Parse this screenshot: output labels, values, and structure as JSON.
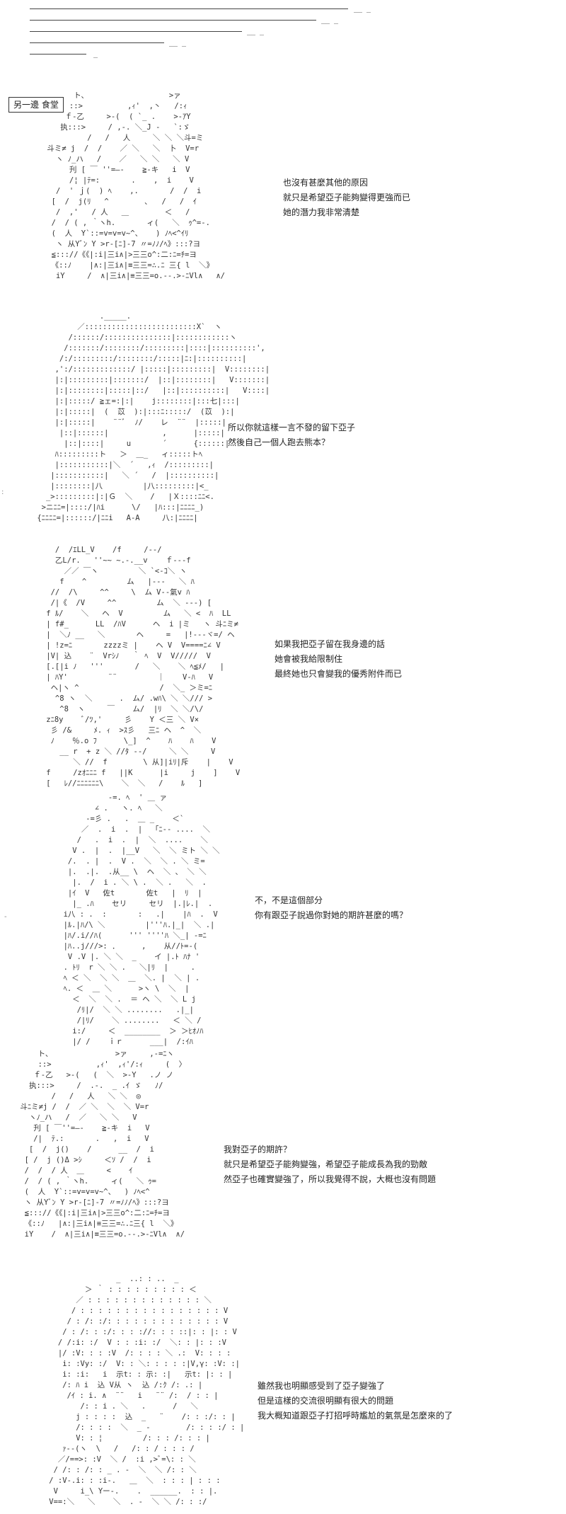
{
  "header_lines": [
    "__ _",
    "__ _",
    "__ _",
    "__ _",
    "_"
  ],
  "location_label": "另一邊 食堂",
  "panels": [
    {
      "lines": [
        "也沒有甚麼其他的原因",
        "就只是希望亞子能夠變得更強而已",
        "她的潛力我非常清楚"
      ],
      "art": "       ト、                  >ァ\n      ::>          ,ｨ'  ,丶   /:ｨ\n     ｆ-乙     >-(  ( `_ .    >-ｱY\n    执:::>     / ,-. ＼_J -   `:ゞ\n          /   /   人     ＼ ＼ ＼斗=ミ\n 斗ミ≠ j  /  /    ／ ＼   ＼  卜  V=r\n   ヽ ﾉ_ハ   /    ／   ＼ ＼   ＼ V\n      刋 [ ￣ ''=―-    ≧-キ   i  V\n      /¦ |ﾃ=:       .    ,  i    V\n   /  ' ｊ(  ) ﾍ    ,.       /  /  i\n  [  /  j(ﾘ   ^        ､   /   /  ｲ\n   /  ,'   / 人   ＿        ＜   /  \n  /  / ( , ｀ヽh.       ィ(   ＼  ｩ^=-.\n  (  人  Y`::=v=v=v~^、   ) ﾉﾍ<^ｲﾘ\n   ヽ 从Yﾞﾝ Y >r-[ﾆ]-7 〃=ﾉﾉ/ﾍ》:::?ヨ\n  ≦::://《《|:i|三i∧|>三三o^:二:ﾆ=ﾁ=ヨ\n  《::ﾉ    |∧:|三i∧|≡三三=∴.ﾆ 三{ l  ＼》\n   iY     /  ∧|三i∧|≡三三=o.--.>-ﾆVl∧   ∧/"
    },
    {
      "lines": [
        "所以你就這樣一言不發的留下亞子",
        "然後自己一個人跑去熊本？"
      ],
      "art": "               ._____.\n          ／:::::::::::::::::::::::::X`  ヽ\n        /::::::/:::::::::::::::|::::::::::::ヽ\n       /:::::::/::::::::/:::::::::|::::|::::::::::',\n      /:/:::::::::/::::::::/:::::|ﾆ:|::::::::::|\n     ,':/:::::::::::::/ |:::::|:::::::::|  V::::::::|\n     |:|:::::::::|:::::::/  |::|::::::::|   V:::::::|\n     |:|::::::::|:::::|::/   |::|::::::::::|   V::::|\n     |:|:::::/ ≧ェ=:|:|    j::::::::|:::七|:::|\n     |:|:::::|  (  苡  ):|:::ﾆ:::::/  (苡  ):|\n     |:|:::::|    ¨¨ﾞ  ﾉ/    レ  ¨¨  |:::::|\n      |::|::::::|            ,      |:::::|\n       |::|::::|     u       ´      {::::::|\n     ﾊ:::::::::ト   ＞  ＿_   ィ:::::トﾍ\n     |:::::::::::|＼  ´   ,ｨ  /:::::::::|\n    |:::::::::::|   ＼ ´   /  |::::::::::|\n    |::::::::|八         |八:::::::::|<_\n   _>:::::::::|:|Ｇ  ＼    /   |Ｘ::::ﾆﾆ<.\n  >ニﾆﾆ=|::::/|ﾊi      \\/   |ﾊ:::|ﾆﾆﾆﾆ_)\n {ﾆﾆﾆﾆ=|::::::/|ﾆﾆi   A-A     八:|ﾆﾆﾆﾆ|"
    },
    {
      "lines": [
        "如果我把亞子留在我身邊的話",
        "她會被我給限制住",
        "最終她也只會變我的優秀附件而已"
      ],
      "art": "      /  /ｴLL_V    /f     /--/\n      乙L/r.   ''~~ ~.-.__v    ｆ---f\n        ／／ ￣ヽ         ＼ `<-ｺ＼ ヽ\n       f    ^         ム   |---   ＼ ﾊ\n     //  /\\     ^^     \\  ム V--氣v ﾊ\n     /|《  /V     ^^         ム  ＼ ---) [\n    f ﾙ/    ＼   ヘ  V         ム   ＼ <  ﾊ  LL\n    | f#_      LL  /ﾊV      ヘ  i |ミ   ヽ 斗ﾆミ≠\n    |  ＼ﾉ __   ＼       ヘ     =   |!---ヾ=/ ヘ\n    | !z=ﾆ       zzzzミ |    ヘ V  V====ﾆ∠ V\n    |V| 込    ¨  Vrｼﾉ   ｀ ﾍ  V  V/////  V\n    [.[|i ﾉ   '''       /   ＼    ＼ ﾍ≦ﾒ/   |\n    | ﾊY'         ¨¨         ｜    V-ﾊ   V\n     ヘ|ヽ ^                  /  ＼_ ＞ミ=ﾆ\n      ^8 ヽ  ＼      .  ム/ .wﾊ\\ ＼ ＼/// >\n       ^8  ヽ     ￣    ム/  |ﾘ  ＼ ＼/\\/\n    zﾆ8y    ﾞ/ﾂ,'     彡    Y ＜三 ＼ V×\n     彡 /&     ﾒ. ｨ  >ｽ彡   三ﾆ ヘ  ^  ＼\n     ﾉ    ％.o ﾌ      \\_]  ^    ﾊ    ﾊ    V\n       __ r  + z ＼ //ﾀ --/     ＼ ＼     V\n          ＼ //  f        \\ 从]|iﾘ|斥    |    V\n    f     /zｵﾆﾆﾆ f   ||K      |i     j    ]    V\n    [   ﾚ//ﾆﾆﾆﾆﾆﾆ\\    ＼  ＼   /    ﾙ   ]"
    },
    {
      "lines": [
        "不，不是這個部分",
        "你有跟亞子說過你對她的期許甚麼的嗎？"
      ],
      "art": "               -=. ﾍ  ' ＿ ァ\n            ∠ .   ヽ. ﾍ   ＼\n          -=彡 .   .  ＿ _    ＜`\n         ／  .  i  .  |  「ﾆ-- ....  ＼\n        /   .  i  .  |  ＼  ....    ＼\n       V .  |  .  |__V   ＼  ＼ ミト ＼ ＼\n      /.  . |  .  V .  ＼  ＼ . ＼ ミ=\n      |.  .|.  .从__ \\  ヘ  ＼ 、 ＼ ＼\n       |.  /  i . ＼ \\ .  ＼ .   ＼  .\n      |ｲ  V   佐t       佐t   |  ﾘ  |\n       |_ .ﾊ    セリ     セリ  |.|ﾚ.|  .\n     i八 : .  :       :   .|    |ﾊ  .  V\n     |ﾙ.|ﾊ/\\ ＼         |'''ﾊ.|_|  ＼ .|\n     |ﾊ/.i//ﾊ(      ''' ''''ﾊ ＼_| -=ﾆ\n     |ﾊ..j///>: ．     ,    从//ﾄ=-(\n      V .V |. ＼ ＼  _    イ |.ﾄ ﾊﾅ '\n     . ﾄﾘ  r ＼ ＼ .   ＼|ﾘ  |     .\n     ﾍ ＜ ＼  ＼ ＼  ＿  ＼. |  ＼ | .\n     ﾍ. ＜  ＿ ＼      >ヽ \\  ＼  |\n       ＜  ＼  ＼ .  ＝ ヘ ＼  ＼ L j\n        /ﾘ|/  ＼ ＼ ........   .|_|\n        /|ﾘ/    ＼ ........   ＜ ＼ /\n       i:/     ＜  ________  ＞ ＞ﾋｵﾉﾊ\n       |/ /    ｉｒ      ___|  /:ｲﾊ"
    },
    {
      "lines": [
        "我對亞子的期許？",
        "就只是希望亞子能夠變強，希望亞子能成長為我的勁敵",
        "然亞子也確實變強了，所以我覺得不說，大概也沒有問題"
      ],
      "art": "     ト、              >ァ     ,-=ﾆヽ\n     ::>          ,ｨ'  ,ｨ'/:ｨ     (  〉\n    ｆ-乙   >-(   (  ＼  >-Y   .ノ ノ\n   执:::>     /  .-.  _ .ｲ ゞ   ﾉ/\n        /   /   人   ＼ ＼  ◎\n 斗ﾆミ≠j /  /  ／ ＼  ＼  ＼ V=r\n   ヽﾉ_ハ   /  ／   ＼ ＼   V\n    刋 [ ￣''=―-    ≧-キ  i   V\n    /|  ﾃ.:       .   ,  i   V\n   [  /  j()    /      __  /  i\n  [ /  j ()Δ >ｼ     ＜ｿ /  /  i\n  /  /  / 人  ＿     <    ｲ\n  /  / ( , ｀ヽh.     ィ(   ＼ ｩ=\n  (  人  Y`::=v=v=v~^、  ) ﾉﾍ<^\n  ヽ 从Yﾞﾝ Y >r-[ﾆ]-7 〃=ﾉﾉ/ﾍ》:::?ヨ\n  ≦::://《《|:i|三i∧|>三三o^:二:ﾆ=ﾁ=ヨ\n  《::ﾉ   |∧:|三i∧|≡三三=∴.ﾆ三{ l  ＼》\n  iY    /  ∧|三i∧|≡三三=o.--.>-ﾆVl∧  ∧/"
    },
    {
      "lines": [
        "雖然我也明顯感受到了亞子變強了",
        "但是這樣的交流很明顯有很大的問題",
        "我大概知道跟亞子打招呼時尷尬的氣氛是怎麼來的了"
      ],
      "art": "                   _  ..: : ..  _\n            ＞ ｀ : : : : : : : : : ＜\n          ／ : : : : : : : : : : : : : ＼\n         / : : : : : : : : : : : : : : : : V\n        / : /: :/: : : : : : : : : : : : : V\n       / : /: : :/: : : ://: : : ::|: : |: : V\n      / /:i: :/  V : : :i: :/  ＼: : |: : :V\n      |/ :V: : : :V  /: : : : ＼ .:  V: : : :\n       i: :Vy: :/  V: : ＼: : : : :|V,γ: :V: :|\n       i: :i:   i  示t: : 示: :|   示t: |: : |\n       /: ﾊ i  込 V从 ヽ  込 /:ｸ /: .: |\n        /ｲ : i. ∧  ¨¨   i   ¨¨ /:  / : : |\n           /: : i . ＼   .      /   ＼\n          j : : : :  込  _   ¨    /: : :/: : |\n          /: : : :  ＼  _ -        /: : : :/ : |\n          V: : ¦         /: : : /: : : |\n       ｧ--(ヽ  \\   /   /: : / : : : /\n      ／/==>: :V  ＼ /  :i ,>ﾞ=\\: : ＼\n     / /: : /: : _ . -  ＼  ＼ /: : ＼\n    / :V-.i: : :i-.   ＿  ＼  : : : | : : :\n     V     i_\\ Yー-.    .  ______.  : : |.\n    V==:＼   ＼    ＼  . -  ＼ ＼ /: : :/"
    }
  ]
}
